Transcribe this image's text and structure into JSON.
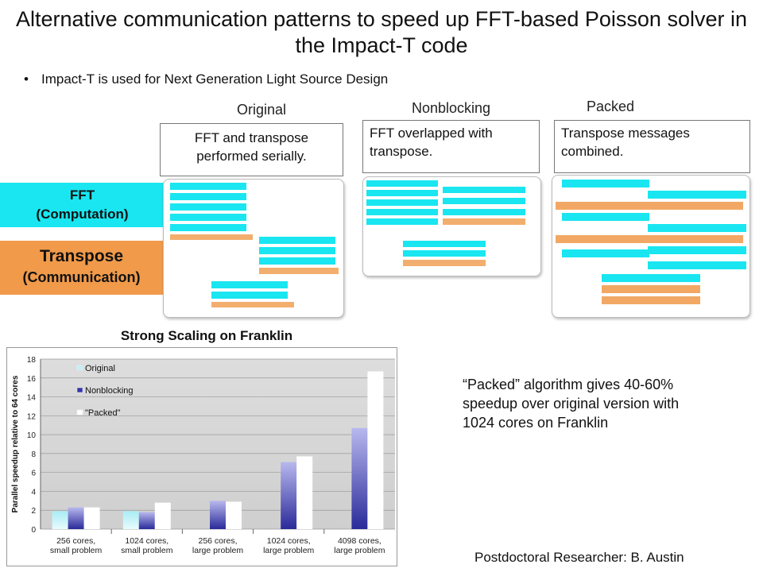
{
  "slide": {
    "title": "Alternative communication patterns to speed up FFT-based Poisson solver in the Impact-T code",
    "bullet": "Impact-T is used for Next Generation Light Source Design",
    "columns": [
      {
        "header": "Original",
        "note": "FFT and transpose performed serially."
      },
      {
        "header": "Nonblocking",
        "note": "FFT overlapped with transpose."
      },
      {
        "header": "Packed",
        "note": "Transpose messages combined."
      }
    ],
    "legend_fft": {
      "line1": "FFT",
      "line2": "(Computation)"
    },
    "legend_transpose": {
      "line1": "Transpose",
      "line2": "(Communication)"
    },
    "result_text": "“Packed” algorithm gives 40-60% speedup over original version with 1024 cores on Franklin",
    "credit": "Postdoctoral Researcher: B. Austin"
  },
  "colors": {
    "fft": "#19e6f0",
    "transpose": "#f09a4a",
    "original": "#c6f2f8",
    "nonblocking": "#3333aa",
    "packed": "#ffffff"
  },
  "chart_data": {
    "type": "bar",
    "title": "Strong Scaling on Franklin",
    "xlabel": "",
    "ylabel": "Parallel speedup relative to 64 cores",
    "ylim": [
      0,
      18
    ],
    "yticks": [
      0,
      2,
      4,
      6,
      8,
      10,
      12,
      14,
      16,
      18
    ],
    "categories": [
      "256 cores, small problem",
      "1024 cores, small problem",
      "256 cores, large problem",
      "1024 cores, large problem",
      "4098 cores, large problem"
    ],
    "category_lines": [
      [
        "256 cores,",
        "small problem"
      ],
      [
        "1024 cores,",
        "small problem"
      ],
      [
        "256 cores,",
        "large problem"
      ],
      [
        "1024 cores,",
        "large problem"
      ],
      [
        "4098 cores,",
        "large problem"
      ]
    ],
    "series": [
      {
        "name": "Original",
        "values": [
          1.9,
          1.9,
          null,
          null,
          null
        ]
      },
      {
        "name": "Nonblocking",
        "values": [
          2.3,
          1.8,
          3.0,
          7.1,
          10.7
        ]
      },
      {
        "name": "\"Packed\"",
        "values": [
          2.3,
          2.8,
          2.9,
          7.7,
          16.7
        ]
      }
    ],
    "legend": "top-left",
    "grid": true
  }
}
